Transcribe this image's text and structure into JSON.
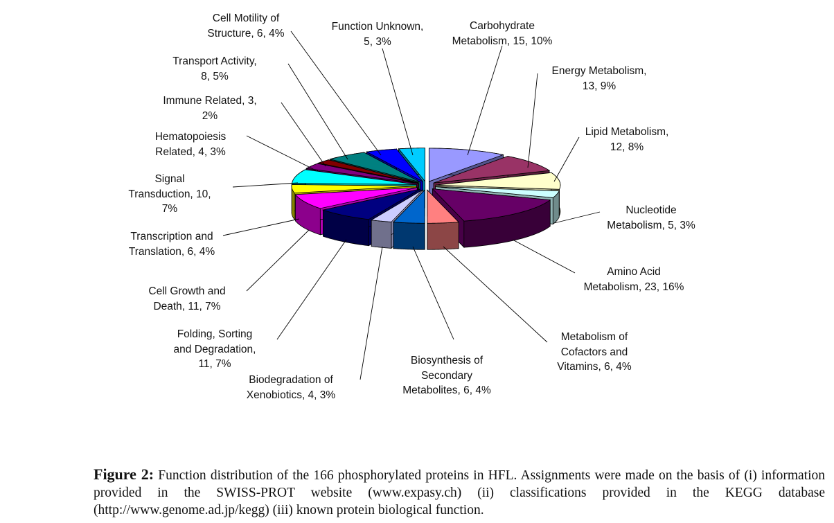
{
  "chart_data": {
    "type": "pie",
    "style": "3d-exploded",
    "total": 166,
    "slices": [
      {
        "name": "Carbohydrate Metabolism",
        "lines": [
          "Carbohydrate",
          "Metabolism, 15, 10%"
        ],
        "value": 15,
        "percent": 10,
        "color": "#9999FF"
      },
      {
        "name": "Energy Metabolism",
        "lines": [
          "Energy Metabolism,",
          "13, 9%"
        ],
        "value": 13,
        "percent": 9,
        "color": "#993366"
      },
      {
        "name": "Lipid Metabolism",
        "lines": [
          "Lipid Metabolism,",
          "12, 8%"
        ],
        "value": 12,
        "percent": 8,
        "color": "#FFFFCC"
      },
      {
        "name": "Nucleotide Metabolism",
        "lines": [
          "Nucleotide",
          "Metabolism, 5, 3%"
        ],
        "value": 5,
        "percent": 3,
        "color": "#CCFFFF"
      },
      {
        "name": "Amino Acid Metabolism",
        "lines": [
          "Amino Acid",
          "Metabolism, 23, 16%"
        ],
        "value": 23,
        "percent": 16,
        "color": "#660066"
      },
      {
        "name": "Metabolism of Cofactors and Vitamins",
        "lines": [
          "Metabolism of",
          "Cofactors and",
          "Vitamins, 6, 4%"
        ],
        "value": 6,
        "percent": 4,
        "color": "#FF8080"
      },
      {
        "name": "Biosynthesis of Secondary Metabolites",
        "lines": [
          "Biosynthesis of",
          "Secondary",
          "Metabolites, 6, 4%"
        ],
        "value": 6,
        "percent": 4,
        "color": "#0066CC"
      },
      {
        "name": "Biodegradation of Xenobiotics",
        "lines": [
          "Biodegradation of",
          "Xenobiotics, 4, 3%"
        ],
        "value": 4,
        "percent": 3,
        "color": "#CCCCFF"
      },
      {
        "name": "Folding, Sorting and Degradation",
        "lines": [
          "Folding, Sorting",
          "and Degradation,",
          "11, 7%"
        ],
        "value": 11,
        "percent": 7,
        "color": "#000080"
      },
      {
        "name": "Cell Growth and Death",
        "lines": [
          "Cell Growth and",
          "Death, 11, 7%"
        ],
        "value": 11,
        "percent": 7,
        "color": "#FF00FF"
      },
      {
        "name": "Transcription and Translation",
        "lines": [
          "Transcription and",
          "Translation, 6, 4%"
        ],
        "value": 6,
        "percent": 4,
        "color": "#FFFF00"
      },
      {
        "name": "Signal Transduction",
        "lines": [
          "Signal",
          "Transduction, 10,",
          "7%"
        ],
        "value": 10,
        "percent": 7,
        "color": "#00FFFF"
      },
      {
        "name": "Hematopoiesis Related",
        "lines": [
          "Hematopoiesis",
          "Related, 4, 3%"
        ],
        "value": 4,
        "percent": 3,
        "color": "#800080"
      },
      {
        "name": "Immune Related",
        "lines": [
          "Immune Related, 3,",
          "2%"
        ],
        "value": 3,
        "percent": 2,
        "color": "#800000"
      },
      {
        "name": "Transport Activity",
        "lines": [
          "Transport Activity,",
          "8, 5%"
        ],
        "value": 8,
        "percent": 5,
        "color": "#008080"
      },
      {
        "name": "Cell Motility of Structure",
        "lines": [
          "Cell Motility of",
          "Structure, 6, 4%"
        ],
        "value": 6,
        "percent": 4,
        "color": "#0000FF"
      },
      {
        "name": "Function Unknown",
        "lines": [
          "Function Unknown,",
          "5, 3%"
        ],
        "value": 5,
        "percent": 3,
        "color": "#00CCFF"
      }
    ]
  },
  "caption": {
    "label": "Figure 2:",
    "text": "Function distribution of the 166 phosphorylated proteins in HFL. Assignments were made on the basis of (i) information provided in the SWISS-PROT website (www.expasy.ch) (ii) classifications provided in the KEGG database (http://www.genome.ad.jp/kegg) (iii) known protein biological function."
  }
}
